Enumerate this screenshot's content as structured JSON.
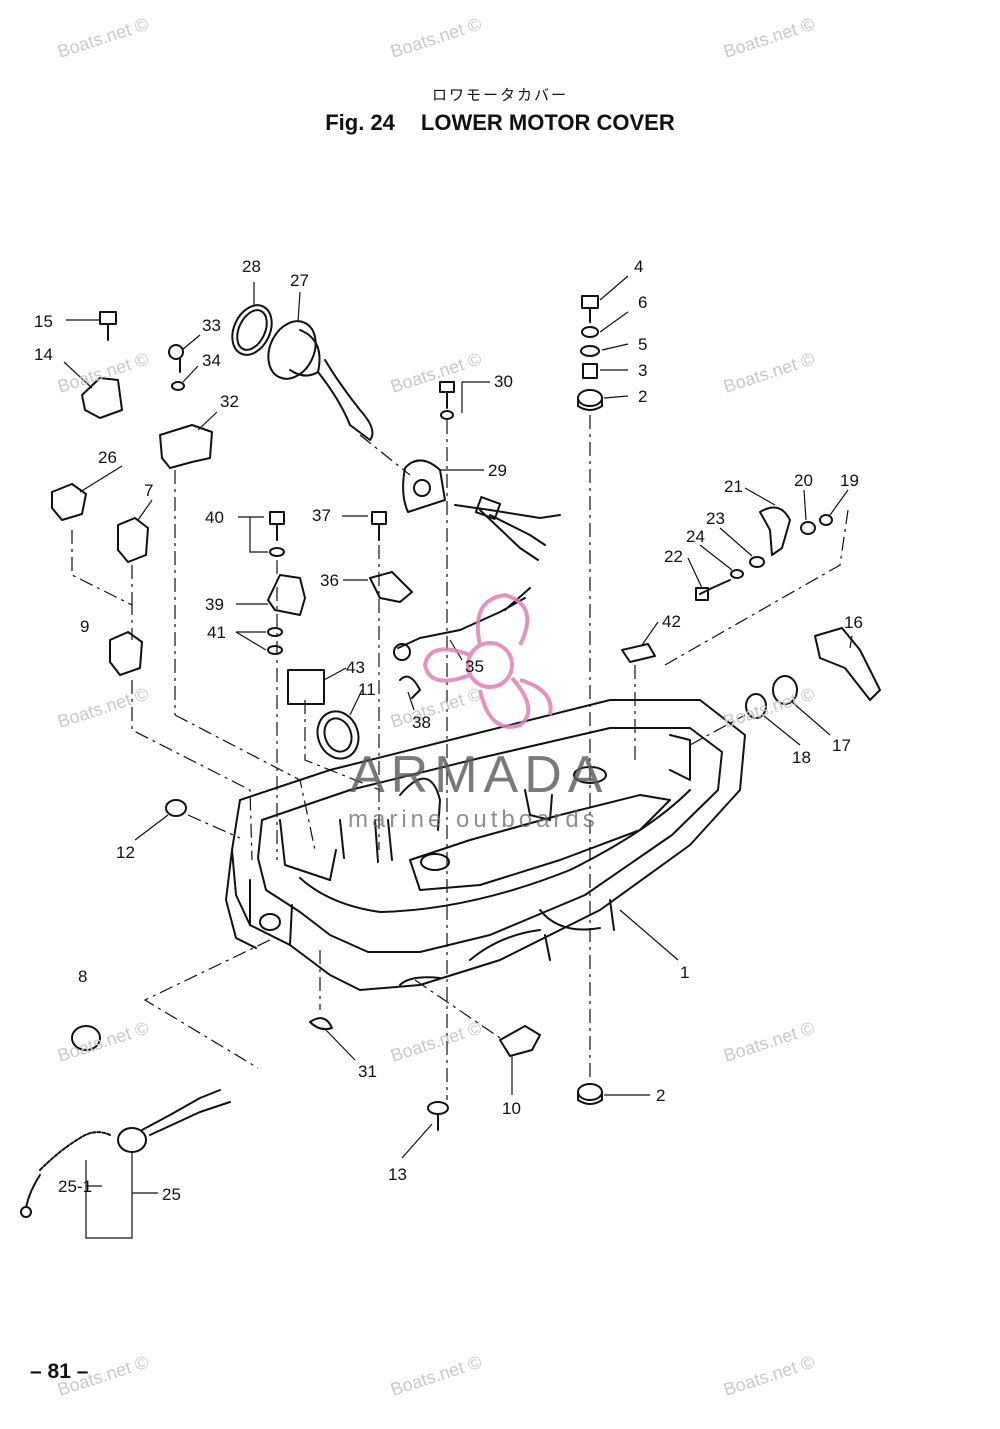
{
  "header": {
    "japanese_title": "ロワモータカバー",
    "figure_number": "Fig. 24",
    "figure_title": "LOWER MOTOR COVER"
  },
  "callouts": [
    "1",
    "2",
    "2",
    "3",
    "4",
    "5",
    "6",
    "7",
    "8",
    "9",
    "10",
    "11",
    "12",
    "13",
    "14",
    "15",
    "16",
    "17",
    "18",
    "19",
    "20",
    "21",
    "22",
    "23",
    "24",
    "25",
    "25-1",
    "26",
    "27",
    "28",
    "29",
    "30",
    "31",
    "32",
    "33",
    "34",
    "35",
    "36",
    "37",
    "38",
    "39",
    "40",
    "41",
    "42",
    "43"
  ],
  "watermarks": {
    "text": "Boats.net ©",
    "brand_name": "ARMADA",
    "brand_tagline": "marine outboards"
  },
  "footer": {
    "page_number": "– 81 –"
  },
  "colors": {
    "line": "#111111",
    "watermark": "#c9c9c9",
    "brand_pink": "#e07fb6",
    "brand_text": "#5a5a5a"
  }
}
